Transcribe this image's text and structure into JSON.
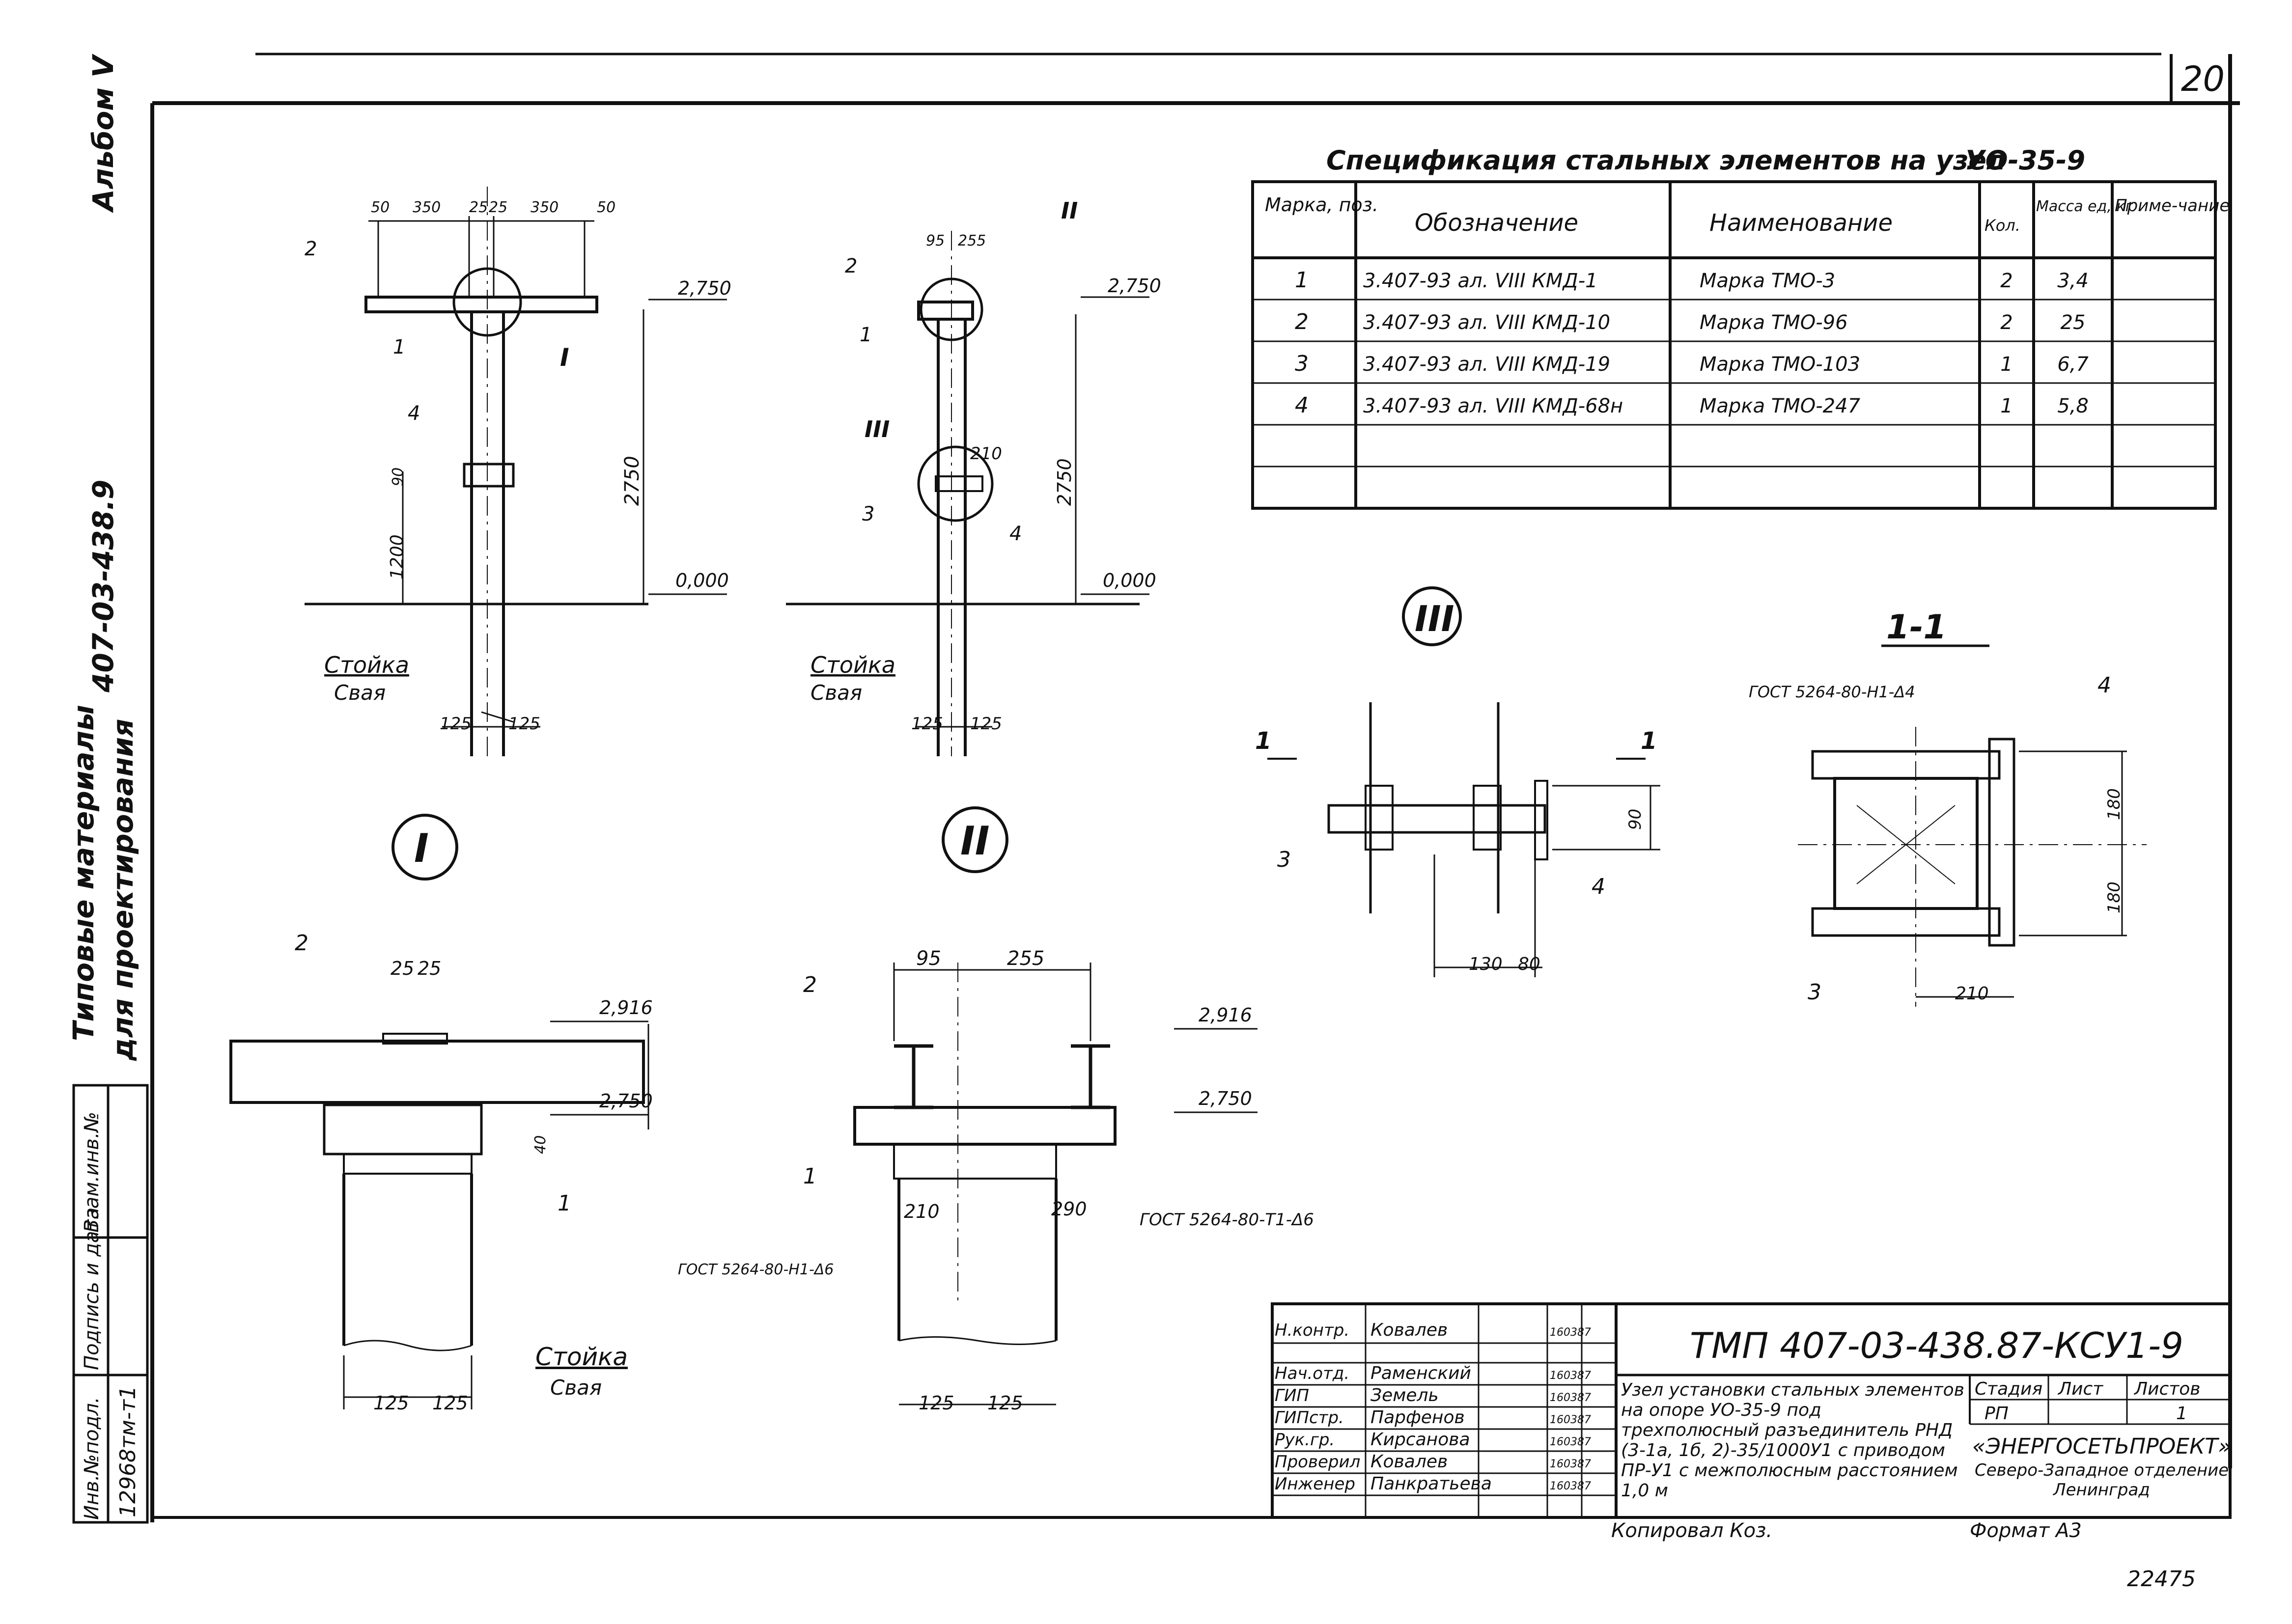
{
  "sheet": {
    "sheet_number": "20",
    "album": "Альбом V",
    "series_code": "407-03-438.9",
    "series_title_1": "Типовые материалы",
    "series_title_2": "для проектирования",
    "bottom_right": "22475"
  },
  "spec": {
    "title": "Спецификация стальных элементов на узел",
    "node": "УО-35-9",
    "headers": [
      "Марка, поз.",
      "Обозначение",
      "Наименование",
      "Кол.",
      "Масса ед, кг",
      "Приме-чание"
    ],
    "rows": [
      {
        "pos": "1",
        "designation": "3.407-93 ал. VIII КМД-1",
        "name": "Марка ТМО-3",
        "qty": "2",
        "mass": "3,4",
        "note": ""
      },
      {
        "pos": "2",
        "designation": "3.407-93 ал. VIII КМД-10",
        "name": "Марка ТМО-96",
        "qty": "2",
        "mass": "25",
        "note": ""
      },
      {
        "pos": "3",
        "designation": "3.407-93 ал. VIII КМД-19",
        "name": "Марка ТМО-103",
        "qty": "1",
        "mass": "6,7",
        "note": ""
      },
      {
        "pos": "4",
        "designation": "3.407-93 ал. VIII КМД-68н",
        "name": "Марка ТМО-247",
        "qty": "1",
        "mass": "5,8",
        "note": ""
      }
    ]
  },
  "view_left": {
    "dims_top": [
      "50",
      "350",
      "25",
      "25",
      "350",
      "50"
    ],
    "elev_top": "2,750",
    "elev_zero": "0,000",
    "dim_height": "2750",
    "dim_1200": "1200",
    "dim_90": "90",
    "callouts": [
      "2",
      "1",
      "4"
    ],
    "detail_ref": "I",
    "post_label": "Стойка",
    "pile_label": "Свая",
    "dims_bottom": [
      "125",
      "125"
    ]
  },
  "view_right": {
    "dims_top": [
      "95",
      "255"
    ],
    "elev_top": "2,750",
    "elev_zero": "0,000",
    "dim_height": "2750",
    "dim_210": "210",
    "callouts": [
      "2",
      "1",
      "3",
      "4"
    ],
    "detail_refs": [
      "II",
      "III"
    ],
    "post_label": "Стойка",
    "pile_label": "Свая",
    "dims_bottom": [
      "125",
      "125"
    ]
  },
  "detail_I": {
    "label": "I",
    "dims_top": [
      "25",
      "25"
    ],
    "elev_1": "2,916",
    "elev_2": "2,750",
    "dim_40": "40",
    "callouts": [
      "2",
      "1"
    ],
    "post_label": "Стойка",
    "pile_label": "Свая",
    "dims_bottom": [
      "125",
      "125"
    ]
  },
  "detail_II": {
    "label": "II",
    "dims_top": [
      "95",
      "255"
    ],
    "elev_1": "2,916",
    "elev_2": "2,750",
    "callouts": [
      "2",
      "1"
    ],
    "dims_mid": [
      "210",
      "290"
    ],
    "weld_1": "ГОСТ 5264-80-Т1-Δ6",
    "weld_2": "ГОСТ 5264-80-Н1-Δ6",
    "dims_bottom": [
      "125",
      "125"
    ]
  },
  "detail_III": {
    "label": "III",
    "section_mark": "1",
    "dim_90": "90",
    "dims_bottom": [
      "130",
      "80"
    ],
    "callouts": [
      "3",
      "4"
    ]
  },
  "section_1_1": {
    "label": "1-1",
    "weld": "ГОСТ 5264-80-Н1-Δ4",
    "dims_right": [
      "180",
      "180"
    ],
    "dim_bottom": "210",
    "callouts": [
      "4",
      "3"
    ]
  },
  "title_block": {
    "doc_code": "ТМП 407-03-438.87-КСУ1-9",
    "description": "Узел установки стальных элементов на опоре УО-35-9 под трехполюсный разъединитель РНД (3-1а, 1б, 2)-35/1000У1 с приводом ПР-У1 с межполюсным расстоянием 1,0 м",
    "stage_header": "Стадия",
    "sheet_header": "Лист",
    "sheets_header": "Листов",
    "stage": "РП",
    "sheets": "1",
    "org_1": "«ЭНЕРГОСЕТЬПРОЕКТ»",
    "org_2": "Северо-Западное отделение",
    "org_3": "Ленинград",
    "copied": "Копировал Коз.",
    "format": "Формат А3",
    "people": [
      {
        "role": "Н.контр.",
        "name": "Ковалев",
        "date": "160387"
      },
      {
        "role": "Нач.отд.",
        "name": "Раменский",
        "date": "160387"
      },
      {
        "role": "ГИП",
        "name": "Земель",
        "date": "160387"
      },
      {
        "role": "ГИПстр.",
        "name": "Парфенов",
        "date": "160387"
      },
      {
        "role": "Рук.гр.",
        "name": "Кирсанова",
        "date": "160387"
      },
      {
        "role": "Проверил",
        "name": "Ковалев",
        "date": "160387"
      },
      {
        "role": "Инженер",
        "name": "Панкратьева",
        "date": "160387"
      }
    ]
  },
  "side_stamp": {
    "labels": [
      "Инв.№подл.",
      "Подпись и дата",
      "Взам.инв.№"
    ],
    "inv": "12968тм-т1"
  }
}
